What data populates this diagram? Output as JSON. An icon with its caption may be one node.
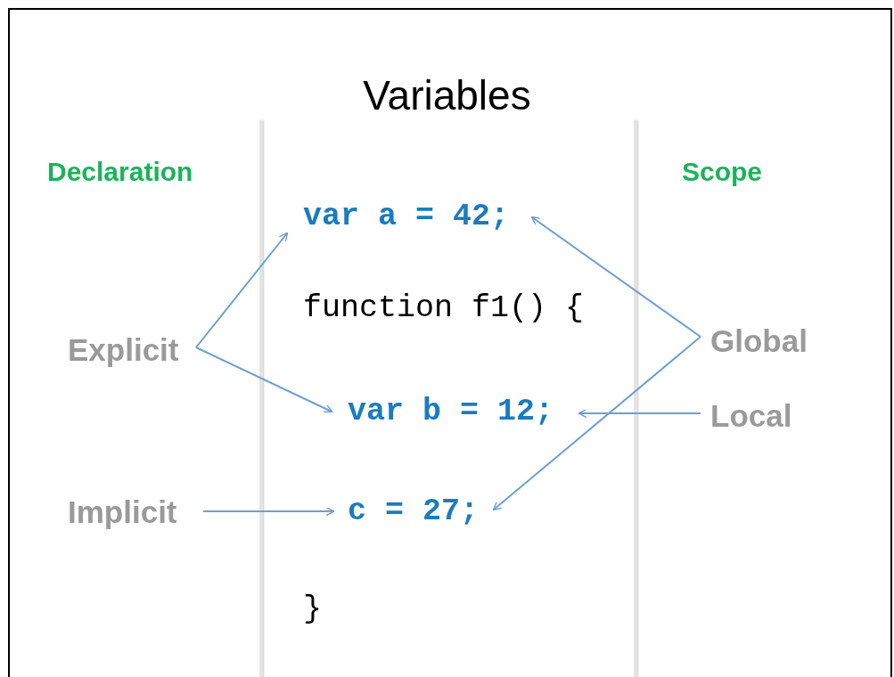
{
  "diagram": {
    "title": "Variables",
    "nodes": [
      {
        "text": [
          "var a = 42;"
        ]
      },
      {
        "text": [
          "Explicit"
        ]
      },
      {
        "text": [
          "Global"
        ]
      },
      {
        "text": [
          "var b = 12;"
        ]
      },
      {
        "text": [
          "Local"
        ]
      },
      {
        "text": [
          "Implicit"
        ]
      },
      {
        "text": [
          "c = 27;"
        ]
      }
    ],
    "edges": [
      {
        "from": 1,
        "to": 0,
        "arrow": "to"
      },
      {
        "from": 1,
        "to": 3,
        "arrow": "to"
      },
      {
        "from": 2,
        "to": 0,
        "arrow": "to"
      },
      {
        "from": 2,
        "to": 6,
        "arrow": "to"
      },
      {
        "from": 4,
        "to": 3,
        "arrow": "to"
      },
      {
        "from": 5,
        "to": 6,
        "arrow": "to"
      }
    ],
    "labels": [
      "Declaration",
      "Scope",
      "function f1() {",
      "}"
    ]
  }
}
